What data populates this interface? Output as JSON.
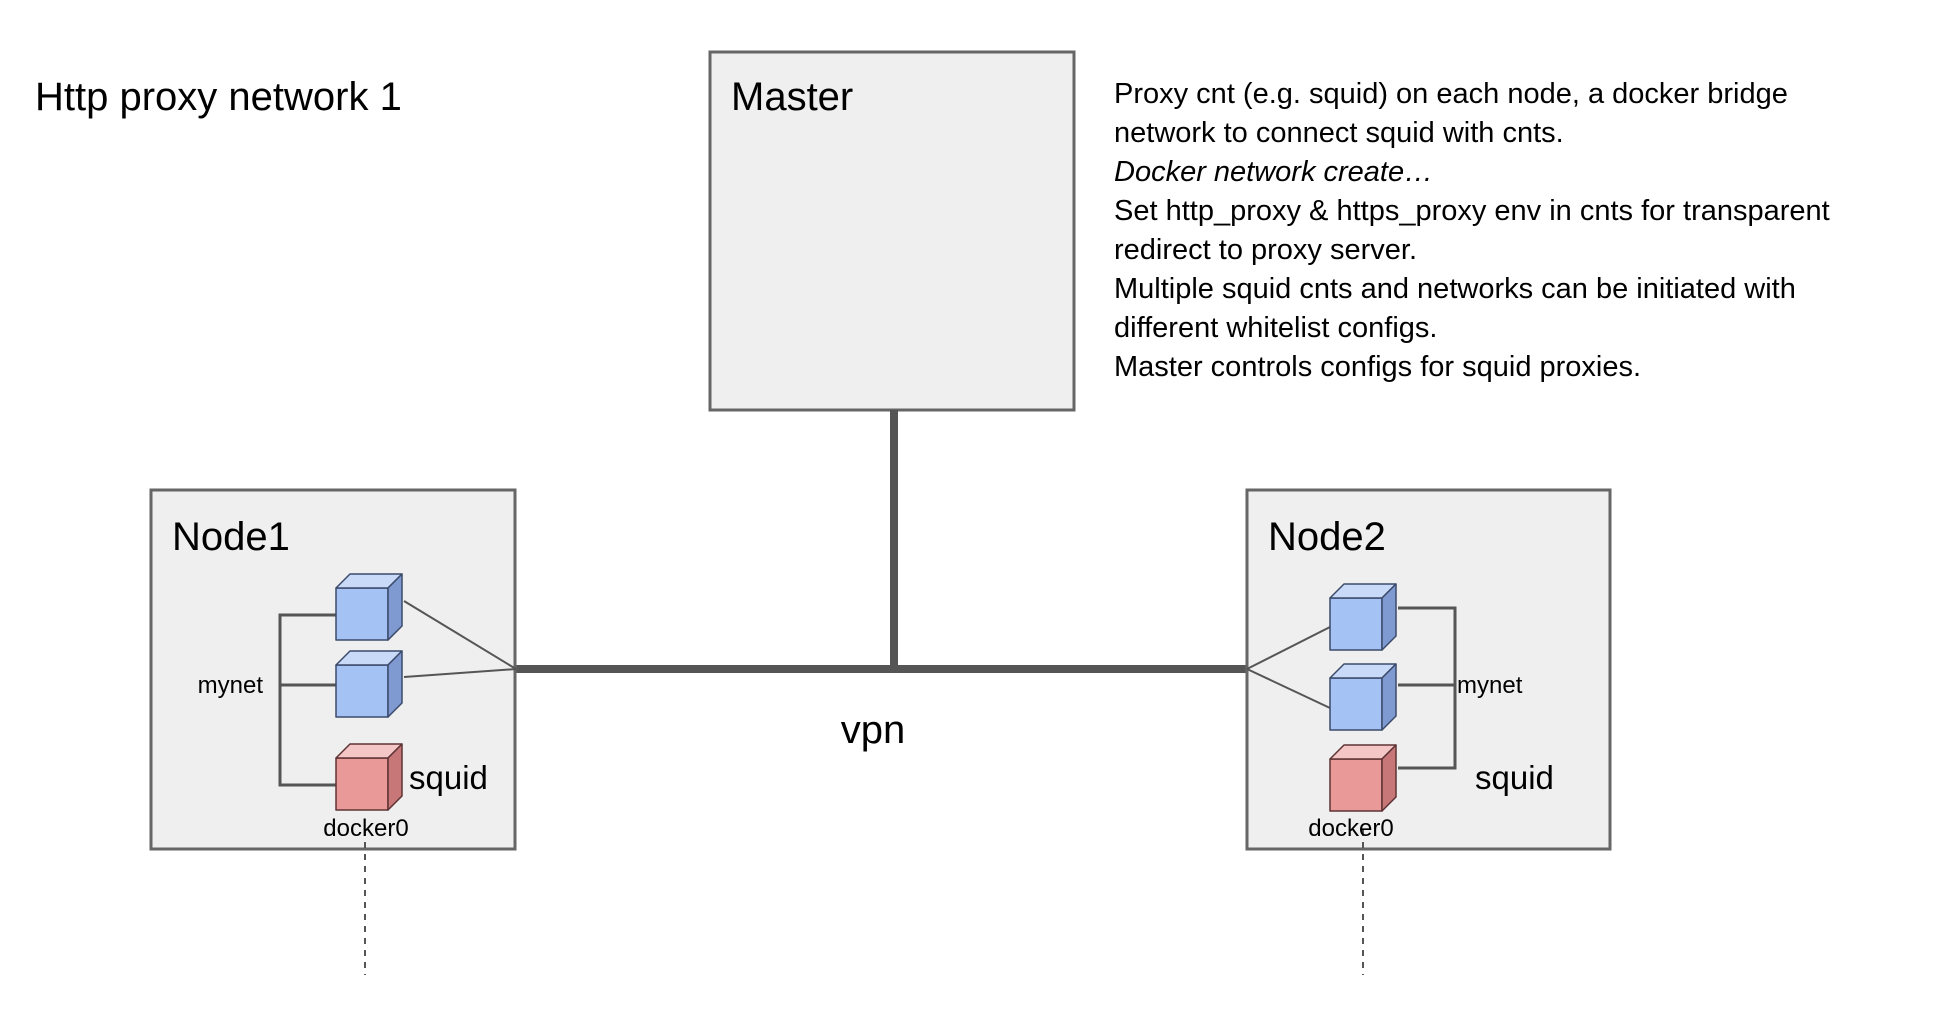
{
  "title": "Http proxy network 1",
  "master": {
    "label": "Master"
  },
  "vpn": {
    "label": "vpn"
  },
  "node1": {
    "label": "Node1",
    "network_label": "mynet",
    "proxy_label": "squid",
    "bridge_label": "docker0"
  },
  "node2": {
    "label": "Node2",
    "network_label": "mynet",
    "proxy_label": "squid",
    "bridge_label": "docker0"
  },
  "notes": [
    {
      "text": "Proxy cnt (e.g. squid) on each node, a docker bridge",
      "italic": false
    },
    {
      "text": "network to connect squid with cnts.",
      "italic": false
    },
    {
      "text": "Docker network create…",
      "italic": true
    },
    {
      "text": "Set http_proxy & https_proxy env in cnts for transparent",
      "italic": false
    },
    {
      "text": "redirect to proxy server.",
      "italic": false
    },
    {
      "text": "Multiple squid cnts and networks can be initiated with",
      "italic": false
    },
    {
      "text": "different whitelist configs.",
      "italic": false
    },
    {
      "text": "Master controls configs for squid proxies.",
      "italic": false
    }
  ],
  "colors": {
    "box_fill": "#efefef",
    "box_stroke": "#666666",
    "line": "#555555",
    "container_front": "#a4c2f4",
    "container_top": "#c9daf8",
    "container_side": "#7e9ad0",
    "container_stroke": "#3c4a6b",
    "proxy_front": "#ea9999",
    "proxy_top": "#f4c6c6",
    "proxy_side": "#c77777",
    "proxy_stroke": "#5e3333"
  }
}
